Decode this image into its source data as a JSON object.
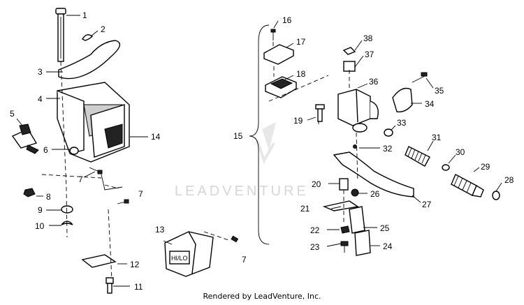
{
  "callouts": {
    "c1": "1",
    "c2": "2",
    "c3": "3",
    "c4": "4",
    "c5": "5",
    "c6": "6",
    "c7a": "7",
    "c7b": "7",
    "c7c": "7",
    "c8": "8",
    "c9": "9",
    "c10": "10",
    "c11": "11",
    "c12": "12",
    "c13": "13",
    "c14": "14",
    "c15": "15",
    "c16": "16",
    "c17": "17",
    "c18": "18",
    "c19": "19",
    "c20": "20",
    "c21": "21",
    "c22": "22",
    "c23": "23",
    "c24": "24",
    "c25": "25",
    "c26": "26",
    "c27": "27",
    "c28": "28",
    "c29": "29",
    "c30": "30",
    "c31": "31",
    "c32": "32",
    "c33": "33",
    "c34": "34",
    "c35": "35",
    "c36": "36",
    "c37": "37",
    "c38": "38"
  },
  "switch_label": "HI/LO",
  "watermark": "LEADVENTURE",
  "footer": "Rendered by LeadVenture, Inc."
}
